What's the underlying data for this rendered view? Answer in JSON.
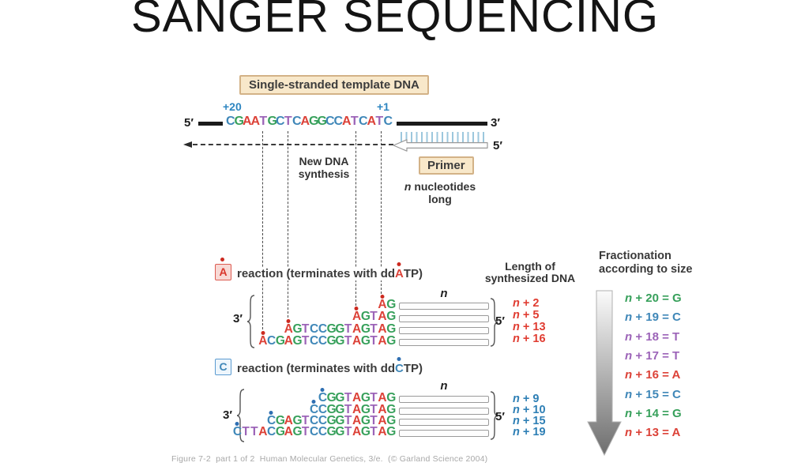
{
  "title": "SANGER SEQUENCING",
  "colors": {
    "base_A": "#dc4238",
    "base_C": "#3f87b8",
    "base_G": "#37a05b",
    "base_T": "#9c64b8",
    "position_blue": "#2e86c1",
    "length_red": "#e03c31",
    "length_blue": "#2e7fb5",
    "tan_box_bg": "#f8e8ca",
    "tan_box_border": "#d3b287",
    "tick_blue": "#9cc7dd"
  },
  "template": {
    "label": "Single-stranded template DNA",
    "pos_left": "+20",
    "pos_right": "+1",
    "five_prime": "5′",
    "three_prime": "3′",
    "sequence": "CGAATGCTCAGGCCATCATC"
  },
  "synthesis": {
    "line1": "New DNA",
    "line2": "synthesis"
  },
  "primer": {
    "box_label": "Primer",
    "n": "n",
    "line1_rest": " nucleotides",
    "line2": "long",
    "five_prime": "5′"
  },
  "length_header": {
    "line1": "Length of",
    "line2": "synthesized DNA"
  },
  "reaction_a": {
    "box_letter": "A",
    "label_prefix": "reaction (terminates with dd",
    "dd_letter": "A",
    "label_suffix": "TP)",
    "three_prime": "3′",
    "five_prime": "5′",
    "n_label": "n",
    "fragments": [
      "AG",
      "AGTAG",
      "AGTCCGGTAGTAG",
      "ACGAGTCCGGTAGTAG"
    ],
    "lengths": [
      {
        "n": "n",
        "rest": " + 2"
      },
      {
        "n": "n",
        "rest": " + 5"
      },
      {
        "n": "n",
        "rest": " + 13"
      },
      {
        "n": "n",
        "rest": " + 16"
      }
    ]
  },
  "reaction_c": {
    "box_letter": "C",
    "label_prefix": "reaction (terminates with dd",
    "dd_letter": "C",
    "label_suffix": "TP)",
    "three_prime": "3′",
    "five_prime": "5′",
    "n_label": "n",
    "fragments": [
      "CGGTAGTAG",
      "CCGGTAGTAG",
      "CGAGTCCGGTAGTAG",
      "CTTACGAGTCCGGTAGTAG"
    ],
    "lengths": [
      {
        "n": "n",
        "rest": " + 9"
      },
      {
        "n": "n",
        "rest": " + 10"
      },
      {
        "n": "n",
        "rest": " + 15"
      },
      {
        "n": "n",
        "rest": " + 19"
      }
    ]
  },
  "fractionation": {
    "line1": "Fractionation",
    "line2": "according to size",
    "items": [
      {
        "n": "n",
        "rest": " + 20 = G",
        "base": "G"
      },
      {
        "n": "n",
        "rest": " + 19 = C",
        "base": "C"
      },
      {
        "n": "n",
        "rest": " + 18 = T",
        "base": "T"
      },
      {
        "n": "n",
        "rest": " + 17 = T",
        "base": "T"
      },
      {
        "n": "n",
        "rest": " + 16 = A",
        "base": "A"
      },
      {
        "n": "n",
        "rest": " + 15 = C",
        "base": "C"
      },
      {
        "n": "n",
        "rest": " + 14 = G",
        "base": "G"
      },
      {
        "n": "n",
        "rest": " + 13 = A",
        "base": "A"
      }
    ]
  },
  "caption": "Figure 7-2  part 1 of 2  Human Molecular Genetics, 3/e.  (© Garland Science 2004)"
}
